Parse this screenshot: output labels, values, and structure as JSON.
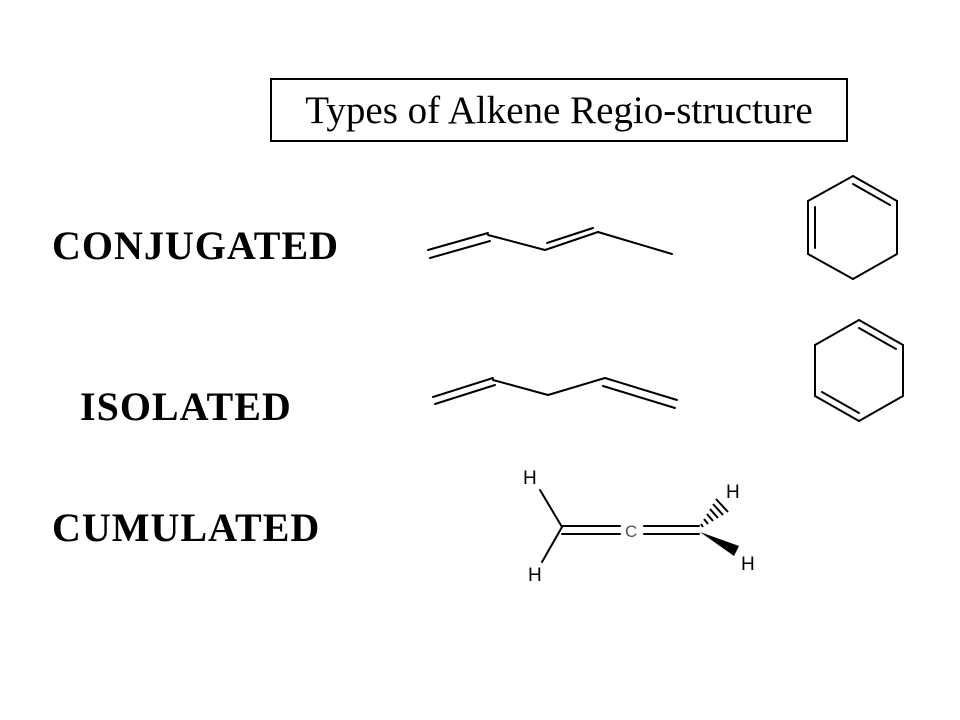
{
  "title": "Types of Alkene Regio-structure",
  "rows": {
    "conjugated": {
      "label": "CONJUGATED"
    },
    "isolated": {
      "label": "ISOLATED"
    },
    "cumulated": {
      "label": "CUMULATED"
    }
  },
  "allene": {
    "central_atom": "C",
    "hydrogen": "H"
  },
  "colors": {
    "ink": "#000000",
    "background": "#ffffff"
  }
}
